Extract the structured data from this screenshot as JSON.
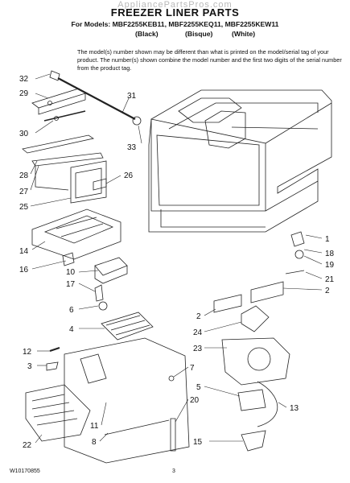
{
  "header": {
    "watermark": "AppliancePartsPros.com",
    "title": "FREEZER LINER PARTS",
    "models_line": "For Models: MBF2255KEB11, MBF2255KEQ11, MBF2255KEW11",
    "colors": [
      "(Black)",
      "(Bisque)",
      "(White)"
    ]
  },
  "note": "The model(s) number shown may be different than what is printed on the model/serial tag of your product. The number(s) shown combine the model number and the first two digits of the serial number from the product tag.",
  "callouts": [
    "1",
    "2",
    "2",
    "3",
    "4",
    "5",
    "6",
    "7",
    "8",
    "10",
    "11",
    "12",
    "13",
    "14",
    "15",
    "16",
    "17",
    "18",
    "19",
    "20",
    "21",
    "22",
    "23",
    "24",
    "25",
    "26",
    "27",
    "28",
    "29",
    "30",
    "31",
    "32",
    "33"
  ],
  "footer": {
    "doc_number": "W10170855",
    "page_number": "3"
  }
}
